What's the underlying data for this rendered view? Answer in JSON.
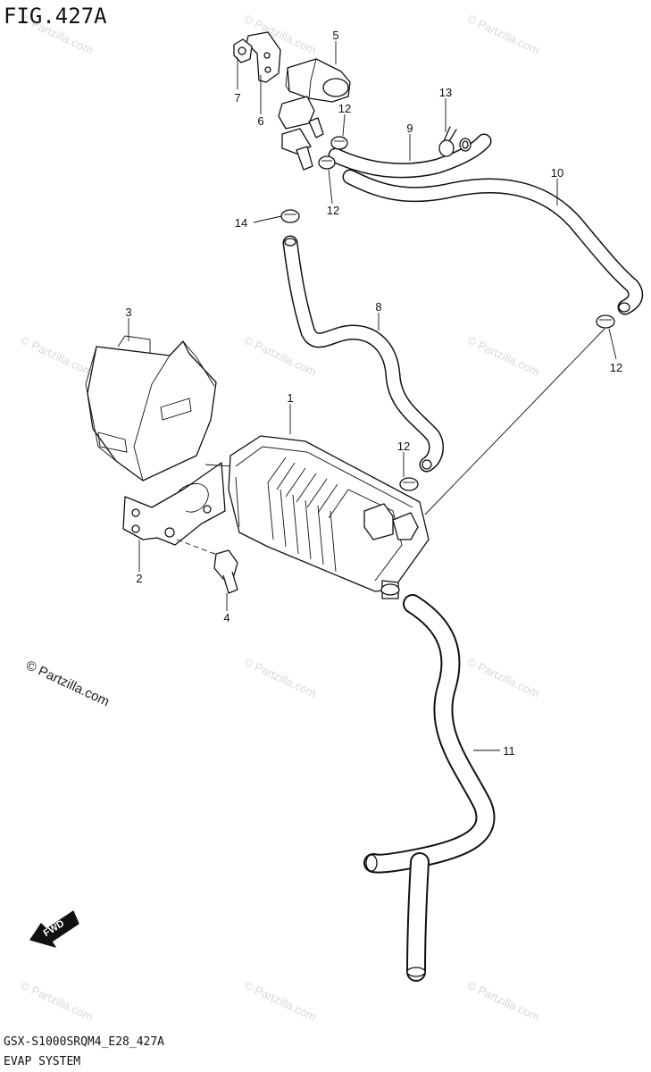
{
  "figure": {
    "code": "FIG.427A"
  },
  "footer": {
    "model_code": "GSX-S1000SRQM4_E28_427A",
    "section_title": "EVAP SYSTEM"
  },
  "watermark": {
    "text": "© Partzilla.com"
  },
  "fwd_label": "FWD",
  "callouts": {
    "c1": "1",
    "c2": "2",
    "c3": "3",
    "c4": "4",
    "c5": "5",
    "c6": "6",
    "c7": "7",
    "c8": "8",
    "c9": "9",
    "c10": "10",
    "c11": "11",
    "c12a": "12",
    "c12b": "12",
    "c12c": "12",
    "c12d": "12",
    "c13": "13",
    "c14": "14"
  }
}
